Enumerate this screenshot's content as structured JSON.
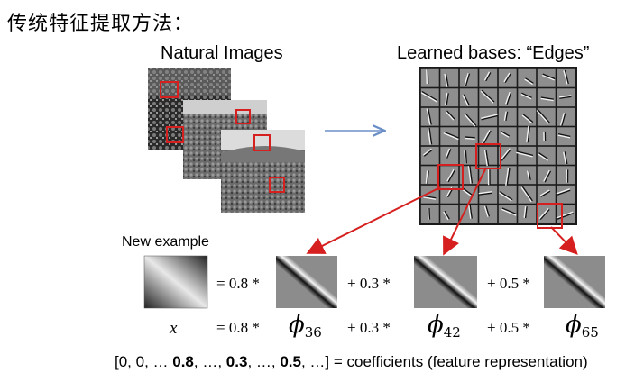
{
  "heading": "传统特征提取方法：",
  "natural_images_label": "Natural Images",
  "learned_bases_label": "Learned bases: “Edges”",
  "new_example_label": "New example",
  "row1": {
    "eq1": "= 0.8 *",
    "plus1": "+ 0.3 *",
    "plus2": "+ 0.5 *"
  },
  "row2": {
    "x": "x",
    "eq1": "= 0.8 *",
    "phi1_sub": "36",
    "plus1": "+  0.3 *",
    "phi2_sub": "42",
    "plus2": "+ 0.5 *",
    "phi3_sub": "65"
  },
  "coefficients": {
    "prefix": "[0, 0, … ",
    "v1": "0.8",
    "mid1": ", …, ",
    "v2": "0.3",
    "mid2": ", …, ",
    "v3": "0.5",
    "suffix": ", …] = coefficients (feature representation)"
  },
  "colors": {
    "highlight_box": "#d62020",
    "arrow_blue": "#6a8fc8",
    "arrow_red": "#d62020"
  }
}
